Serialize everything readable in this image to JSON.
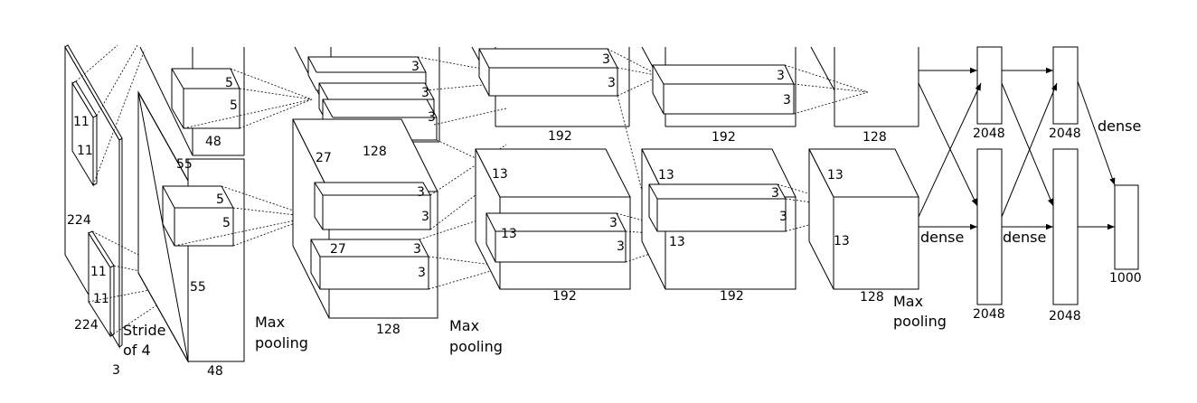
{
  "labels": {
    "input_size_a": "224",
    "input_size_b": "224",
    "input_depth": "3",
    "kernel1_a": "11",
    "kernel1_b": "11",
    "kernel1_c": "11",
    "kernel1_d": "11",
    "stride": "Stride",
    "stride_of": "of 4",
    "l1_size_a": "55",
    "l1_size_b": "55",
    "l1_depth": "48",
    "l1_top_depth": "48",
    "l1_k1a": "5",
    "l1_k1b": "5",
    "l1_k2a": "5",
    "l1_k2b": "5",
    "pool1_a": "Max",
    "pool1_b": "pooling",
    "l2_size": "27",
    "l2_size_inner": "27",
    "l2_depth_top": "128",
    "l2_depth_bottom": "128",
    "l2_k": "3",
    "pool2_a": "Max",
    "pool2_b": "pooling",
    "l3_size_a": "13",
    "l3_size_b": "13",
    "l3_depth_top": "192",
    "l3_depth_bottom": "192",
    "l4_size_a": "13",
    "l4_size_b": "13",
    "l4_depth_top": "192",
    "l4_depth_bottom": "192",
    "l5_size_a": "13",
    "l5_size_b": "13",
    "l5_depth_top": "128",
    "l5_depth_bottom": "128",
    "pool3_a": "Max",
    "pool3_b": "pooling",
    "dense": "dense",
    "fc1": "2048",
    "fc2": "2048",
    "out": "1000"
  }
}
